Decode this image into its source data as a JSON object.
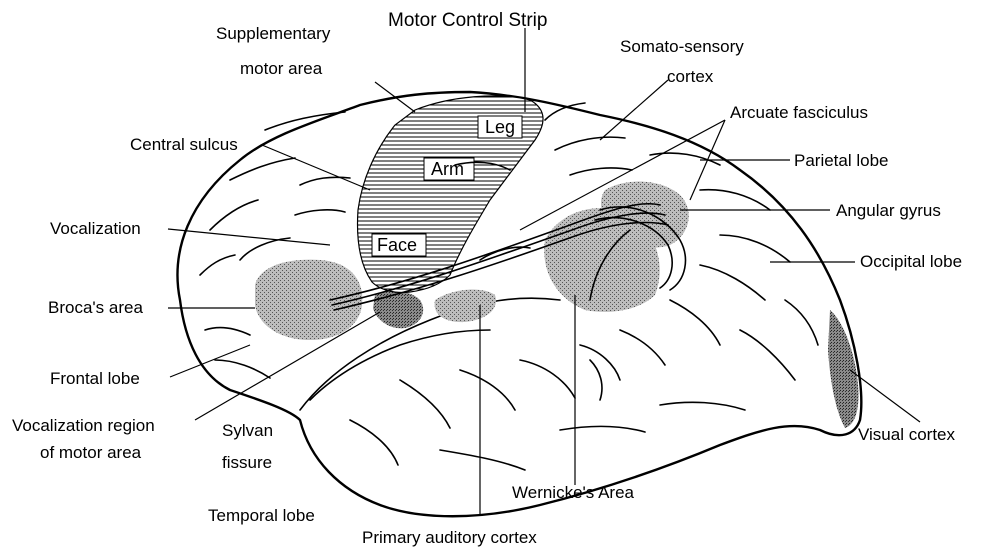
{
  "title": "Motor Control Strip",
  "labels": {
    "supplementary": [
      "Supplementary",
      "motor area"
    ],
    "central_sulcus": "Central sulcus",
    "vocalization": "Vocalization",
    "broca": "Broca's area",
    "frontal": "Frontal lobe",
    "vocal_region": [
      "Vocalization region",
      "of motor area"
    ],
    "sylvan": [
      "Sylvan",
      "fissure"
    ],
    "temporal": "Temporal lobe",
    "primary_auditory": "Primary auditory cortex",
    "wernicke": "Wernicke's Area",
    "visual": "Visual cortex",
    "occipital": "Occipital lobe",
    "angular": "Angular gyrus",
    "parietal": "Parietal lobe",
    "arcuate": "Arcuate fasciculus",
    "somato": [
      "Somato-sensory",
      "cortex"
    ]
  },
  "motor_strip": {
    "leg": "Leg",
    "arm": "Arm",
    "face": "Face"
  }
}
